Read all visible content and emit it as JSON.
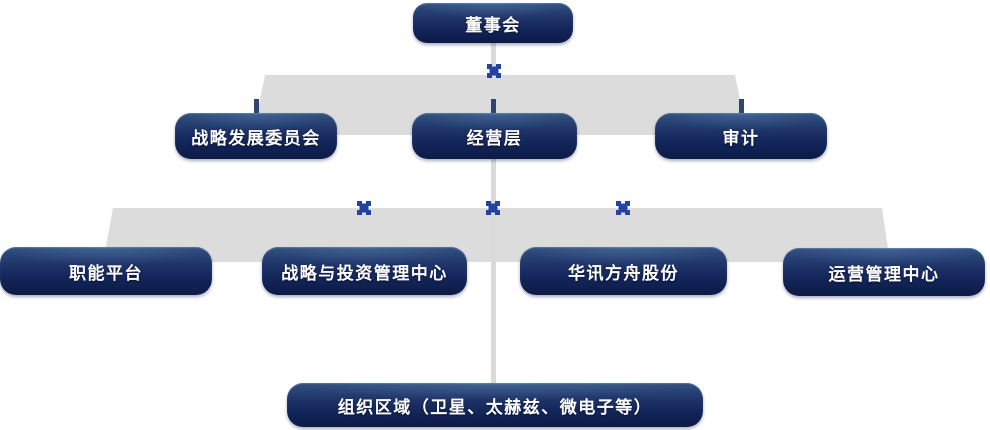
{
  "diagram": {
    "type": "organization-chart",
    "root": {
      "label": "董事会"
    },
    "level2": [
      {
        "label": "战略发展委员会"
      },
      {
        "label": "经营层"
      },
      {
        "label": "审计"
      }
    ],
    "level3": [
      {
        "label": "职能平台"
      },
      {
        "label": "战略与投资管理中心"
      },
      {
        "label": "华讯方舟股份"
      },
      {
        "label": "运营管理中心"
      }
    ],
    "level4": [
      {
        "label": "组织区域（卫星、太赫兹、微电子等）"
      }
    ]
  },
  "icons": [
    {
      "name": "connector-cross-icon",
      "shape": "notched-plus",
      "color": "#24429f"
    }
  ],
  "colors": {
    "node_gradient_top": "#30507f",
    "node_gradient_mid": "#1d3166",
    "node_gradient_bottom": "#0c1a45",
    "node_text": "#ffffff",
    "connector_band": "#dcdcdc",
    "connector_line": "#dadada",
    "connector_stub": "#32456e",
    "cross_icon": "#24429f",
    "background": "#ffffff"
  }
}
